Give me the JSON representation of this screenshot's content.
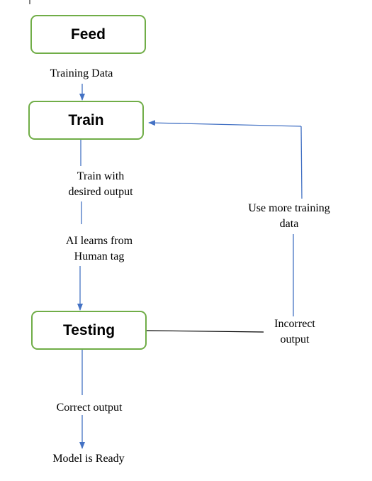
{
  "diagram": {
    "nodes": {
      "feed": "Feed",
      "train": "Train",
      "testing": "Testing"
    },
    "labels": {
      "training_data": "Training Data",
      "train_with": [
        "Train with",
        "desired output"
      ],
      "ai_learns": [
        "AI learns from",
        "Human tag"
      ],
      "use_more": [
        "Use more training",
        "data"
      ],
      "incorrect": [
        "Incorrect",
        "output"
      ],
      "correct_output": "Correct output",
      "model_ready": "Model is Ready"
    },
    "colors": {
      "node_border": "#70ad47",
      "arrow": "#4472c4",
      "line": "#000000"
    }
  }
}
